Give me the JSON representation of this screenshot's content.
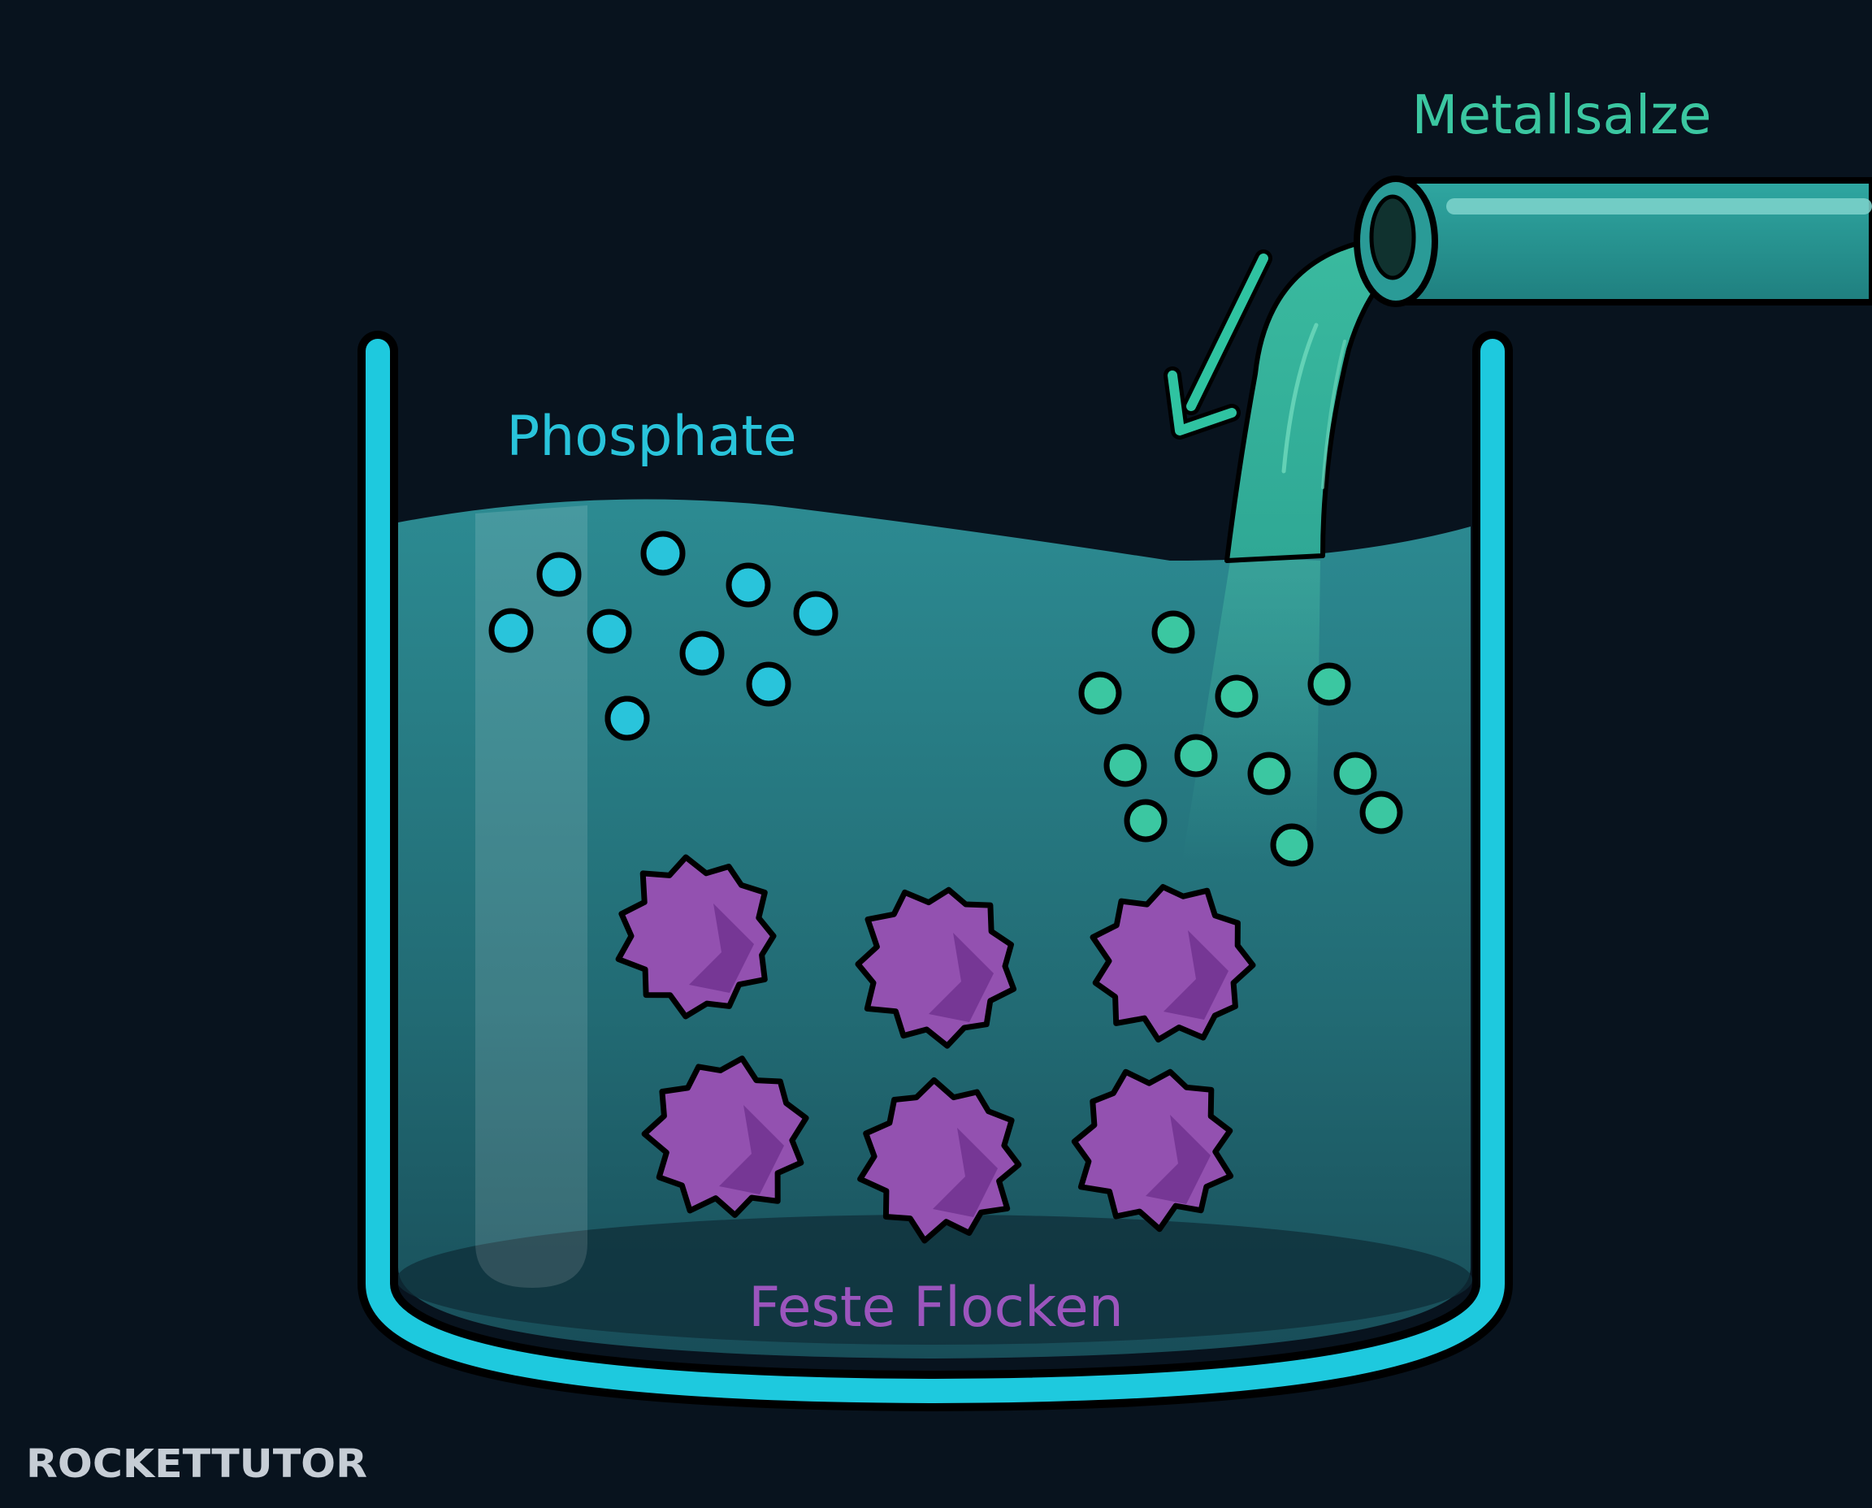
{
  "labels": {
    "metal_salts": "Metallsalze",
    "phosphates": "Phosphate",
    "solid_flocs": "Feste Flocken"
  },
  "logo": {
    "text": "ROCKETTUTOR"
  },
  "colors": {
    "background": "#08131e",
    "vessel_outline": "#1ec9de",
    "water": "#2a8a90",
    "pipe": "#2a9b97",
    "metal_salt_particle": "#3bc7a1",
    "phosphate_particle": "#29c4db",
    "floc": "#9351b0",
    "metal_label": "#3bc7a1",
    "phosphate_label": "#29c4db",
    "floc_label": "#9b55bd",
    "logo": "#c6cdd5"
  },
  "particles": {
    "phosphate_count": 10,
    "metal_salt_count": 11
  },
  "flocs": {
    "count": 6
  }
}
